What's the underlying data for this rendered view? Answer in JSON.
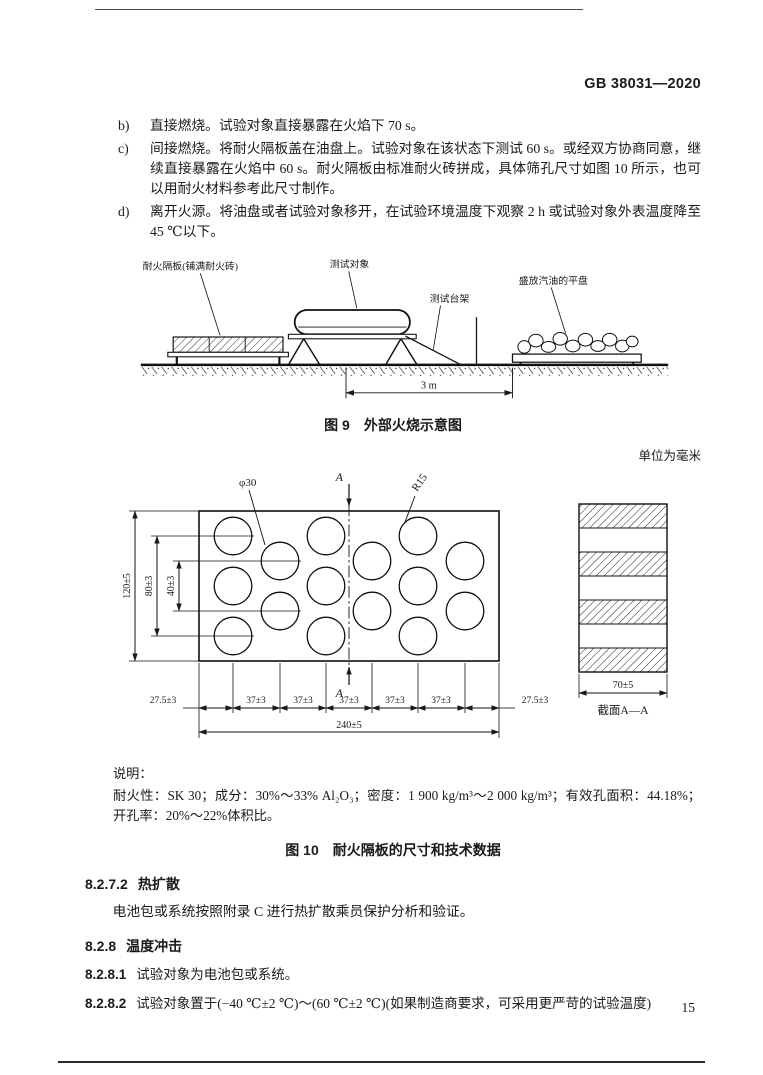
{
  "page": {
    "doc_number": "GB 38031—2020",
    "page_number": "15",
    "units_note": "单位为毫米"
  },
  "list_items": [
    {
      "marker": "b)",
      "text": "直接燃烧。试验对象直接暴露在火焰下 70 s。"
    },
    {
      "marker": "c)",
      "text": "间接燃烧。将耐火隔板盖在油盘上。试验对象在该状态下测试 60 s。或经双方协商同意，继续直接暴露在火焰中 60 s。耐火隔板由标准耐火砖拼成，具体筛孔尺寸如图 10 所示，也可以用耐火材料参考此尺寸制作。"
    },
    {
      "marker": "d)",
      "text": "离开火源。将油盘或者试验对象移开，在试验环境温度下观察 2 h 或试验对象外表温度降至 45 ℃以下。"
    }
  ],
  "figure9": {
    "caption": "图 9　外部火烧示意图",
    "labels": {
      "fire_partition": "耐火隔板(铺满耐火砖)",
      "test_object": "测试对象",
      "test_bench": "测试台架",
      "gasoline_pan": "盛放汽油的平盘",
      "distance": "3 m"
    }
  },
  "figure10": {
    "caption": "图 10　耐火隔板的尺寸和技术数据",
    "labels": {
      "hole_diameter": "φ30",
      "fillet_radius": "R15",
      "section_letter_top": "A",
      "section_letter_bottom": "A",
      "height_total": "120±5",
      "height_outer_rows": "80±3",
      "height_inner_rows": "40±3",
      "width_total": "240±5",
      "section_width": "70±5",
      "section_caption": "截面A—A"
    },
    "dims_bottom": [
      "27.5±3",
      "37±3",
      "37±3",
      "37±3",
      "37±3",
      "37±3",
      "27.5±3"
    ]
  },
  "notes": {
    "label": "说明：",
    "text": "耐火性：SK 30；成分：30%～33% Al₂O₃；密度：1 900 kg/m³～2 000 kg/m³；有效孔面积：44.18%；开孔率：20%～22%体积比。"
  },
  "sections": {
    "s8272_number": "8.2.7.2",
    "s8272_title": "热扩散",
    "s8272_para": "电池包或系统按照附录 C 进行热扩散乘员保护分析和验证。",
    "s828_number": "8.2.8",
    "s828_title": "温度冲击",
    "s8281_number": "8.2.8.1",
    "s8281_text": "试验对象为电池包或系统。",
    "s8282_number": "8.2.8.2",
    "s8282_text": "试验对象置于(−40 ℃±2 ℃)～(60 ℃±2 ℃)(如果制造商要求，可采用更严苛的试验温度)"
  }
}
